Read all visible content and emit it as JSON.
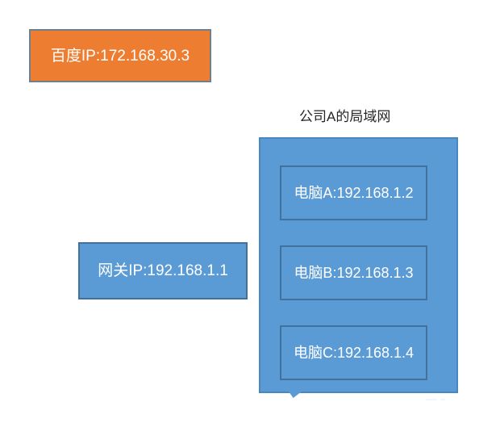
{
  "diagram": {
    "external_host": {
      "label": "百度IP:172.168.30.3",
      "fill": "#ED7D31",
      "border": "#6E7F8D",
      "text_color": "#FFFFFF"
    },
    "gateway": {
      "label": "网关IP:192.168.1.1",
      "fill": "#5B9BD5",
      "border": "#41719C",
      "text_color": "#FFFFFF"
    },
    "lan": {
      "title": "公司A的局域网",
      "title_color": "#262626",
      "fill": "#5B9BD5",
      "border": "#4A87BE",
      "hosts": [
        {
          "label": "电脑A:192.168.1.2",
          "fill": "#5B9BD5",
          "border": "#41719C",
          "text_color": "#FFFFFF"
        },
        {
          "label": "电脑B:192.168.1.3",
          "fill": "#5B9BD5",
          "border": "#41719C",
          "text_color": "#FFFFFF"
        },
        {
          "label": "电脑C:192.168.1.4",
          "fill": "#5B9BD5",
          "border": "#41719C",
          "text_color": "#FFFFFF"
        }
      ]
    }
  }
}
